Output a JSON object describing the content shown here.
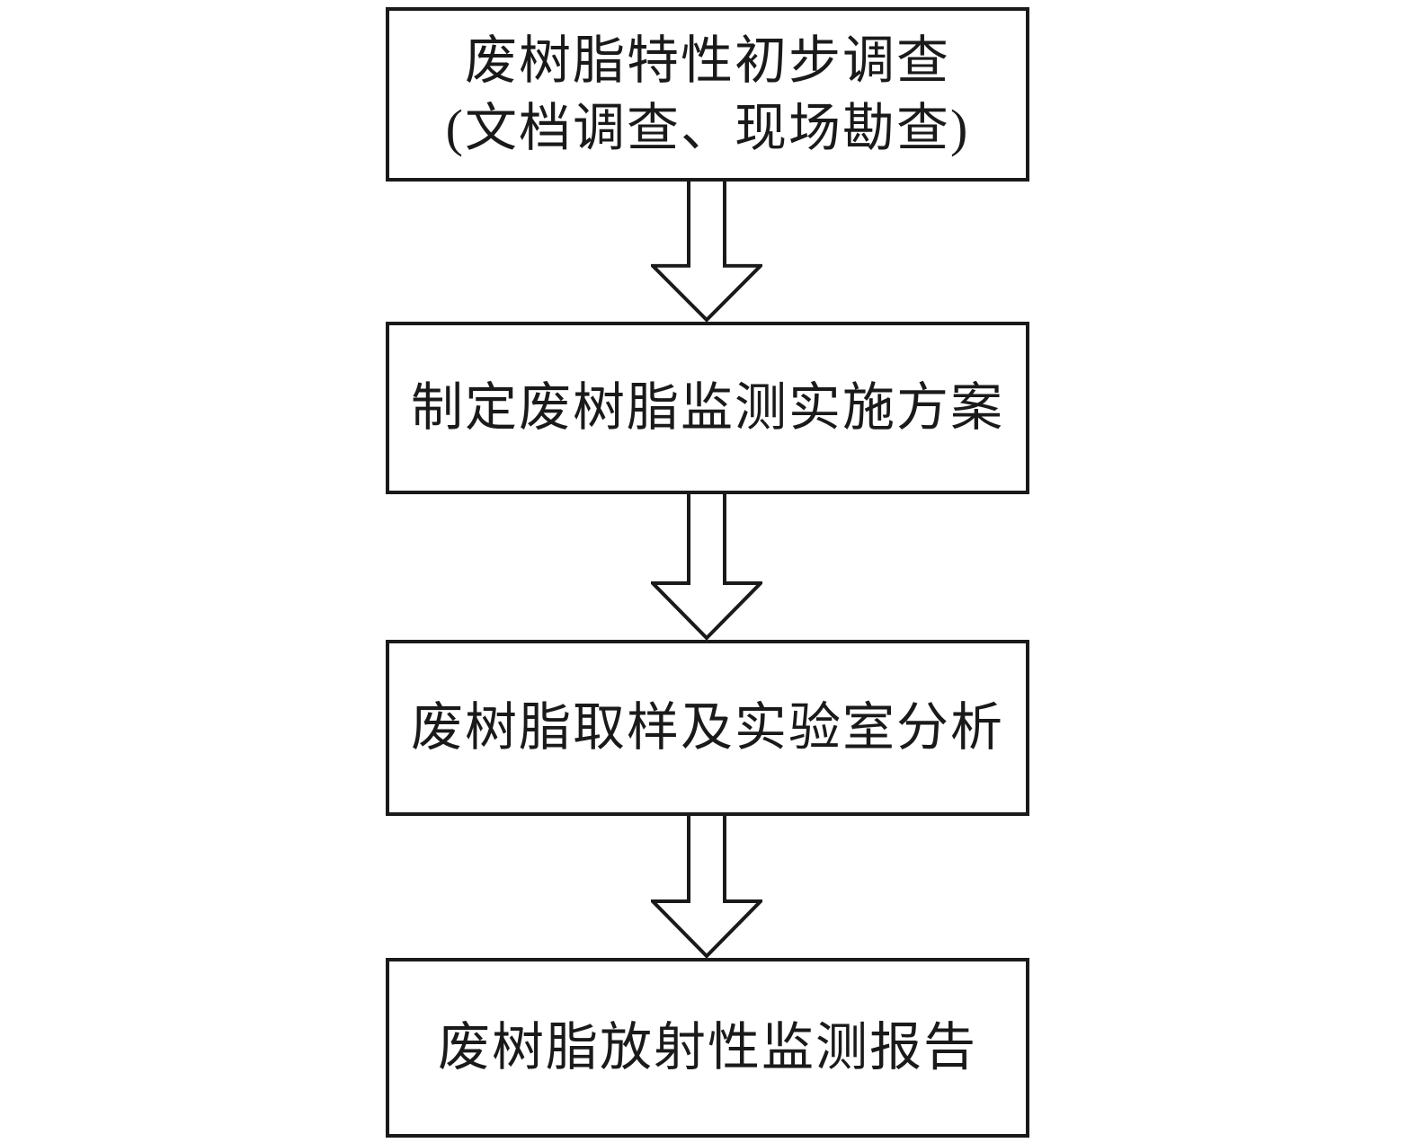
{
  "diagram": {
    "type": "flowchart",
    "direction": "top-down",
    "colors": {
      "background": "#ffffff",
      "line": "#1a1a1a",
      "box_fill": "#ffffff",
      "text": "#1a1a1a"
    },
    "steps": [
      {
        "label": "废树脂特性初步调查\n(文档调查、现场勘查)"
      },
      {
        "label": "制定废树脂监测实施方案"
      },
      {
        "label": "废树脂取样及实验室分析"
      },
      {
        "label": "废树脂放射性监测报告"
      }
    ],
    "connectors": [
      {
        "icon": "down-arrow"
      },
      {
        "icon": "down-arrow"
      },
      {
        "icon": "down-arrow"
      }
    ]
  }
}
